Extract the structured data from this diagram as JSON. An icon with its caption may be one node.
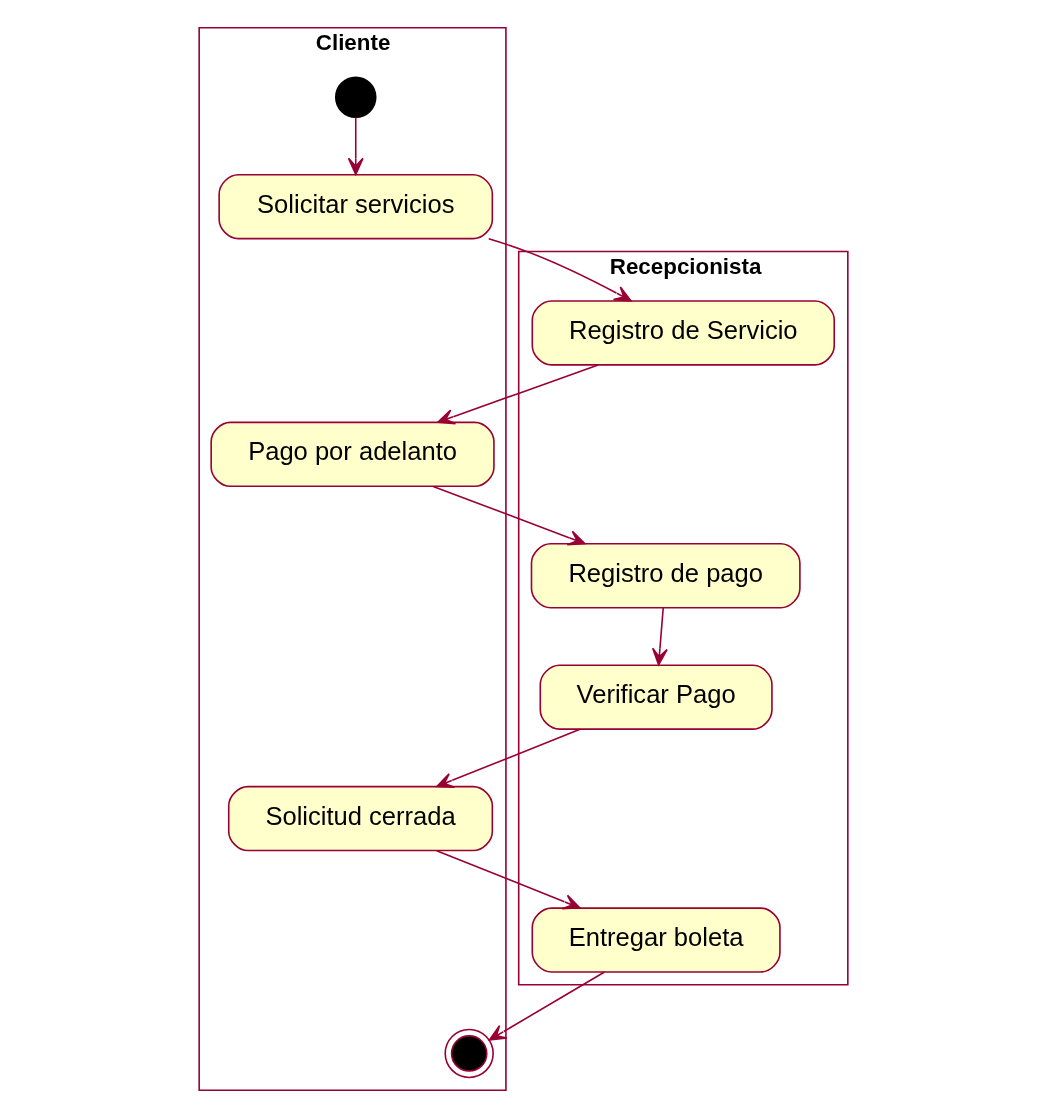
{
  "diagram": {
    "nodes": [
      {
        "text": [
          "Cliente"
        ]
      },
      {
        "text": [
          "Recepcionista"
        ]
      },
      {
        "text": [],
        "shape": "circle",
        "in": 0
      },
      {
        "text": [
          "Solicitar servicios"
        ],
        "in": 0
      },
      {
        "text": [
          "Registro de Servicio"
        ],
        "in": 1
      },
      {
        "text": [
          "Pago por adelanto"
        ],
        "in": 0
      },
      {
        "text": [
          "Registro de pago"
        ],
        "in": 1
      },
      {
        "text": [
          "Verificar Pago"
        ],
        "in": 1
      },
      {
        "text": [
          "Solicitud cerrada"
        ],
        "in": 0
      },
      {
        "text": [
          "Entregar boleta"
        ],
        "in": 1
      },
      {
        "text": [],
        "shape": "circle",
        "in": 0
      }
    ],
    "edges": [
      {
        "from": 2,
        "to": 3,
        "arrow": "to"
      },
      {
        "from": 3,
        "to": 4,
        "arrow": "to"
      },
      {
        "from": 4,
        "to": 5,
        "arrow": "to"
      },
      {
        "from": 5,
        "to": 6,
        "arrow": "to"
      },
      {
        "from": 6,
        "to": 7,
        "arrow": "to"
      },
      {
        "from": 7,
        "to": 8,
        "arrow": "to"
      },
      {
        "from": 8,
        "to": 9,
        "arrow": "to"
      },
      {
        "from": 9,
        "to": 10,
        "arrow": "to"
      }
    ]
  }
}
